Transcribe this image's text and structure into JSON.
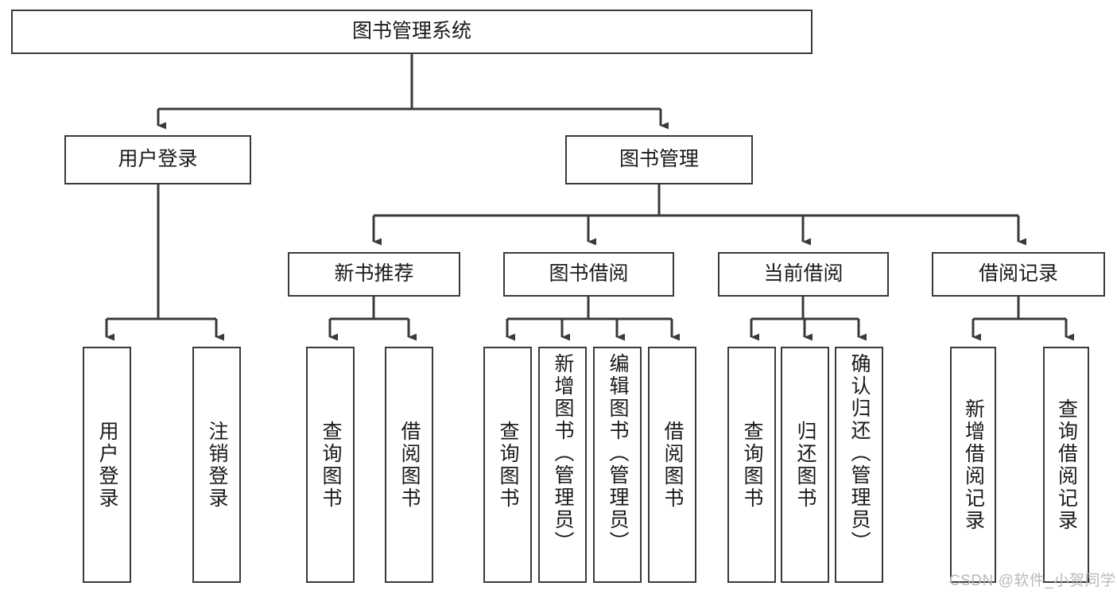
{
  "diagram": {
    "title": "图书管理系统",
    "type": "hierarchy-tree",
    "watermark": "CSDN @软件_小贺同学",
    "colors": {
      "box_border": "#3a3a3a",
      "box_fill": "#ffffff",
      "edge": "#3a3a3a",
      "text": "#1a1a1a",
      "watermark": "#b9b9b9"
    },
    "nodes": {
      "root": {
        "label": "图书管理系统"
      },
      "level2": [
        {
          "label": "用户登录"
        },
        {
          "label": "图书管理"
        }
      ],
      "level3": [
        {
          "label": "新书推荐"
        },
        {
          "label": "图书借阅"
        },
        {
          "label": "当前借阅"
        },
        {
          "label": "借阅记录"
        }
      ],
      "leaves_user_login": [
        {
          "label": "用户登录"
        },
        {
          "label": "注销登录"
        }
      ],
      "leaves_new_book": [
        {
          "label": "查询图书"
        },
        {
          "label": "借阅图书"
        }
      ],
      "leaves_borrow": [
        {
          "label": "查询图书"
        },
        {
          "label": "新增图书（管理员）"
        },
        {
          "label": "编辑图书（管理员）"
        },
        {
          "label": "借阅图书"
        }
      ],
      "leaves_current": [
        {
          "label": "查询图书"
        },
        {
          "label": "归还图书"
        },
        {
          "label": "确认归还（管理员）"
        }
      ],
      "leaves_record": [
        {
          "label": "新增借阅记录"
        },
        {
          "label": "查询借阅记录"
        }
      ]
    }
  }
}
